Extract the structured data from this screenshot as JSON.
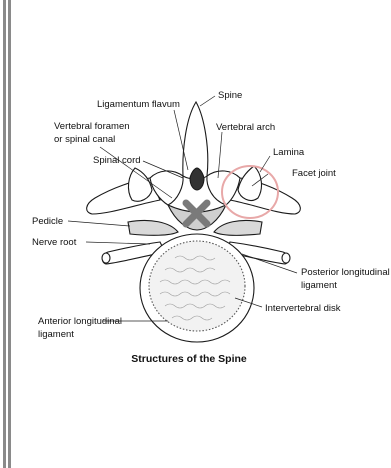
{
  "diagram": {
    "caption": "Structures of the Spine",
    "labels": {
      "ligamentum_flavum": "Ligamentum flavum",
      "spine": "Spine",
      "vertebral_foramen_line1": "Vertebral foramen",
      "vertebral_foramen_line2": "or spinal canal",
      "vertebral_arch": "Vertebral arch",
      "spinal_cord": "Spinal cord",
      "lamina": "Lamina",
      "facet_joint": "Facet joint",
      "pedicle": "Pedicle",
      "nerve_root": "Nerve root",
      "posterior_longitudinal_line1": "Posterior longitudinal",
      "posterior_longitudinal_line2": "ligament",
      "intervertebral_disk": "Intervertebral disk",
      "anterior_longitudinal_line1": "Anterior longitudinal",
      "anterior_longitudinal_line2": "ligament"
    },
    "colors": {
      "bone_outline": "#1a1a1a",
      "highlight_circle": "#e8a8a8",
      "x_mark": "#7a7a7a",
      "border": "#8a8a8a"
    }
  }
}
